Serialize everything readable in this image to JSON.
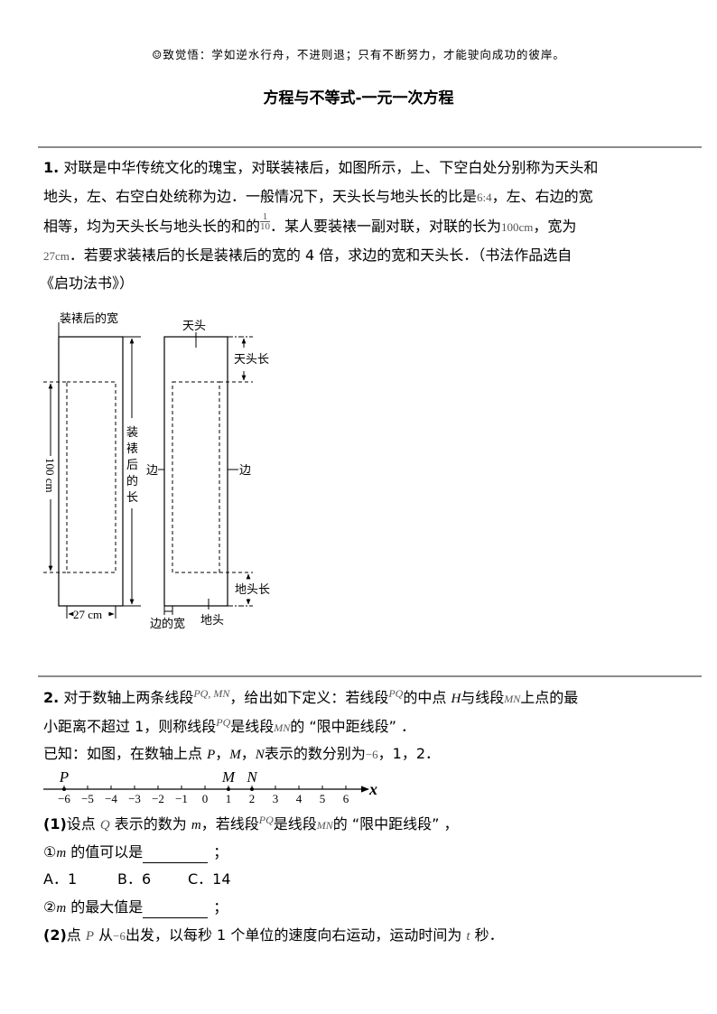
{
  "header": {
    "icon": "smiley-icon",
    "motto": "致觉悟：学如逆水行舟，不进则退；只有不断努力，才能驶向成功的彼岸。",
    "title": "方程与不等式-一元一次方程"
  },
  "q1": {
    "number": "1.",
    "lines": [
      {
        "pre": "对联是中华传统文化的瑰宝，对联装裱后，如图所示，上、下空白处分别称为天头和"
      },
      {
        "pre": "地头，左、右空白处统称为边．一般情况下，天头长与地头长的比是",
        "math": "6:4",
        "post": "，左、右边的宽"
      },
      {
        "pre": "相等，均为天头长与地头长的和的",
        "frac_num": "1",
        "frac_den": "10",
        "post": "．某人要装裱一副对联，对联的长为",
        "math": "100cm",
        "post2": "，宽为"
      },
      {
        "math": "27cm",
        "post": "．若要求装裱后的长是装裱后的宽的 4 倍，求边的宽和天头长．（书法作品选自"
      },
      {
        "pre": "《启功法书》）"
      }
    ],
    "figure": {
      "left": {
        "label_width_after": "装裱后的宽",
        "label_length_after": [
          "装",
          "裱",
          "后",
          "的",
          "长"
        ],
        "label_100cm": "100 cm",
        "label_27cm": "27 cm"
      },
      "right": {
        "label_tiantou": "天头",
        "label_tiantou_len": "天头长",
        "label_bian_left": "边",
        "label_bian_right": "边",
        "label_ditou_len": "地头长",
        "label_bian_width": "边的宽",
        "label_ditou": "地头"
      }
    }
  },
  "q2": {
    "number": "2.",
    "line1": {
      "pre": "对于数轴上两条线段",
      "m1": "PQ, MN",
      "mid": "，给出如下定义：若线段",
      "m2": "PQ",
      "mid2": "的中点 ",
      "m3": "H",
      "mid3": "与线段",
      "m4": "MN",
      "post": "上点的最"
    },
    "line2": {
      "pre": "小距离不超过 1，则称线段",
      "m1": "PQ",
      "mid": "是线段",
      "m2": "MN",
      "post": "的 “限中距线段” ．"
    },
    "line3": {
      "pre": "已知：如图，在数轴上点 ",
      "P": "P",
      "s1": "，",
      "M": "M",
      "s2": "，",
      "N": "N",
      "mid": "表示的数分别为",
      "m": "−6",
      "post": "，1，2．"
    },
    "number_line": {
      "ticks": [
        "−6",
        "−5",
        "−4",
        "−3",
        "−2",
        "−1",
        "0",
        "1",
        "2",
        "3",
        "4",
        "5",
        "6"
      ],
      "points": [
        {
          "label": "P",
          "value": -6
        },
        {
          "label": "M",
          "value": 1
        },
        {
          "label": "N",
          "value": 2
        }
      ],
      "axis_label": "x"
    },
    "sub1": {
      "pre": "(1)设点 ",
      "Q": "Q",
      "mid": " 表示的数为 ",
      "m": "m",
      "mid2": "，若线段",
      "m2": "PQ",
      "mid3": "是线段",
      "m3": "MN",
      "post": "的 “限中距线段” ，"
    },
    "sub1a": {
      "pre": "①",
      "m": "m",
      "post": " 的值可以是",
      "end": "；"
    },
    "options": [
      "A．1",
      "B．6",
      "C．14"
    ],
    "sub1b": {
      "pre": "②",
      "m": "m",
      "post": " 的最大值是",
      "end": "；"
    },
    "sub2": {
      "pre": "(2)点 ",
      "P": "P",
      "mid": " 从",
      "m": "−6",
      "mid2": "出发，以每秒 1 个单位的速度向右运动，运动时间为 ",
      "t": "t",
      "post": " 秒．"
    }
  }
}
